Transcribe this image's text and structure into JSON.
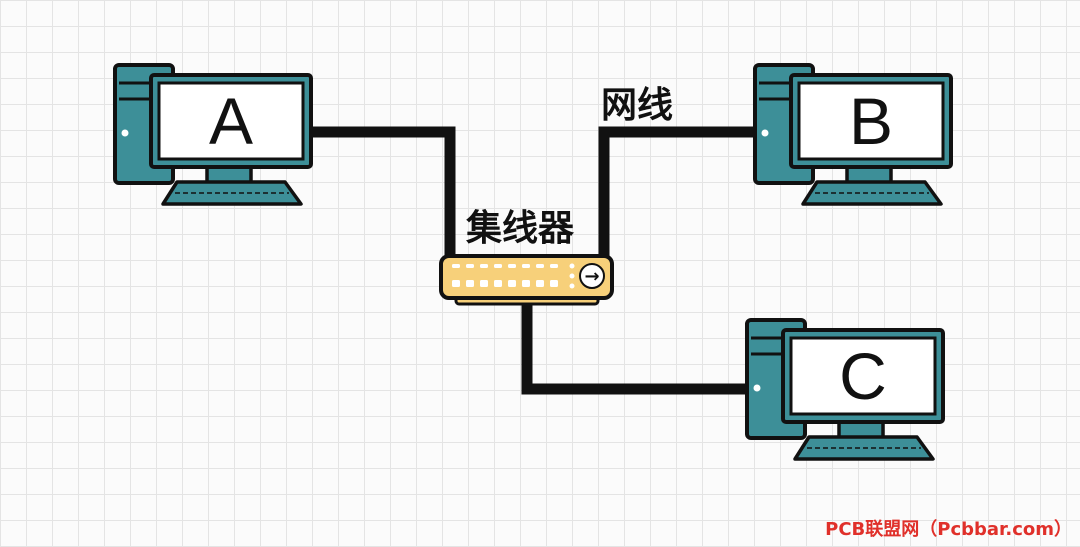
{
  "labels": {
    "computer_a": "A",
    "computer_b": "B",
    "computer_c": "C",
    "cable": "网线",
    "hub": "集线器",
    "hub_arrow": "→"
  },
  "watermark": "PCB联盟网（Pcbbar.com）",
  "colors": {
    "computer_body": "#3d8f98",
    "screen": "#ffffff",
    "outline": "#111111",
    "hub_body": "#f7d07a",
    "cable": "#111111",
    "watermark": "#e0302a"
  },
  "icons": [
    "desktop-computer-icon",
    "network-hub-icon",
    "arrow-right-icon"
  ]
}
